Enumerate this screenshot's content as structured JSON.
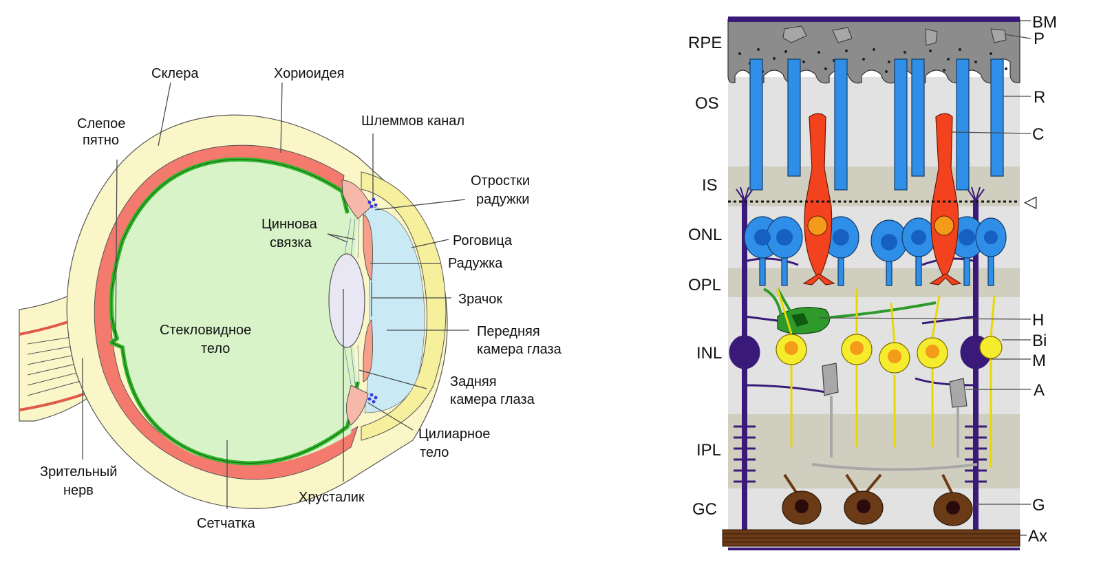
{
  "eye_labels": {
    "sclera": "Склера",
    "choroid": "Хориоидея",
    "blind_spot": [
      "Слепое",
      "пятно"
    ],
    "schlemm_canal": "Шлеммов канал",
    "iris_processes": [
      "Отростки",
      "радужки"
    ],
    "zonule": [
      "Циннова",
      "связка"
    ],
    "cornea": "Роговица",
    "iris": "Радужка",
    "pupil": "Зрачок",
    "vitreous": [
      "Стекловидное",
      "тело"
    ],
    "anterior_chamber": [
      "Передняя",
      "камера глаза"
    ],
    "posterior_chamber": [
      "Задняя",
      "камера глаза"
    ],
    "ciliary_body": [
      "Цилиарное",
      "тело"
    ],
    "optic_nerve": [
      "Зрительный",
      "нерв"
    ],
    "lens": "Хрусталик",
    "retina": "Сетчатка"
  },
  "retina_layers": [
    "RPE",
    "OS",
    "IS",
    "ONL",
    "OPL",
    "INL",
    "IPL",
    "GC"
  ],
  "retina_cells": [
    "BM",
    "P",
    "R",
    "C",
    "◁",
    "H",
    "Bi",
    "M",
    "A",
    "G",
    "Ax"
  ],
  "colors": {
    "sclera": "#fbf6c8",
    "choroid": "#f47a6e",
    "retina": "#2fb52a",
    "vitreous": "#d8f3c8",
    "cornea": "#f6ef9c",
    "anterior_chamber": "#c9eaf4",
    "lens": "#e9e7f4",
    "iris": "#f6a08c",
    "rod": "#2f8fe8",
    "cone": "#f2421e",
    "horizontal": "#2f9a2c",
    "bipolar": "#f4ec2c",
    "muller": "#3a1a78",
    "amacrine": "#a8a8a8",
    "ganglion": "#6b3a16",
    "rpe": "#8c8c8c"
  }
}
